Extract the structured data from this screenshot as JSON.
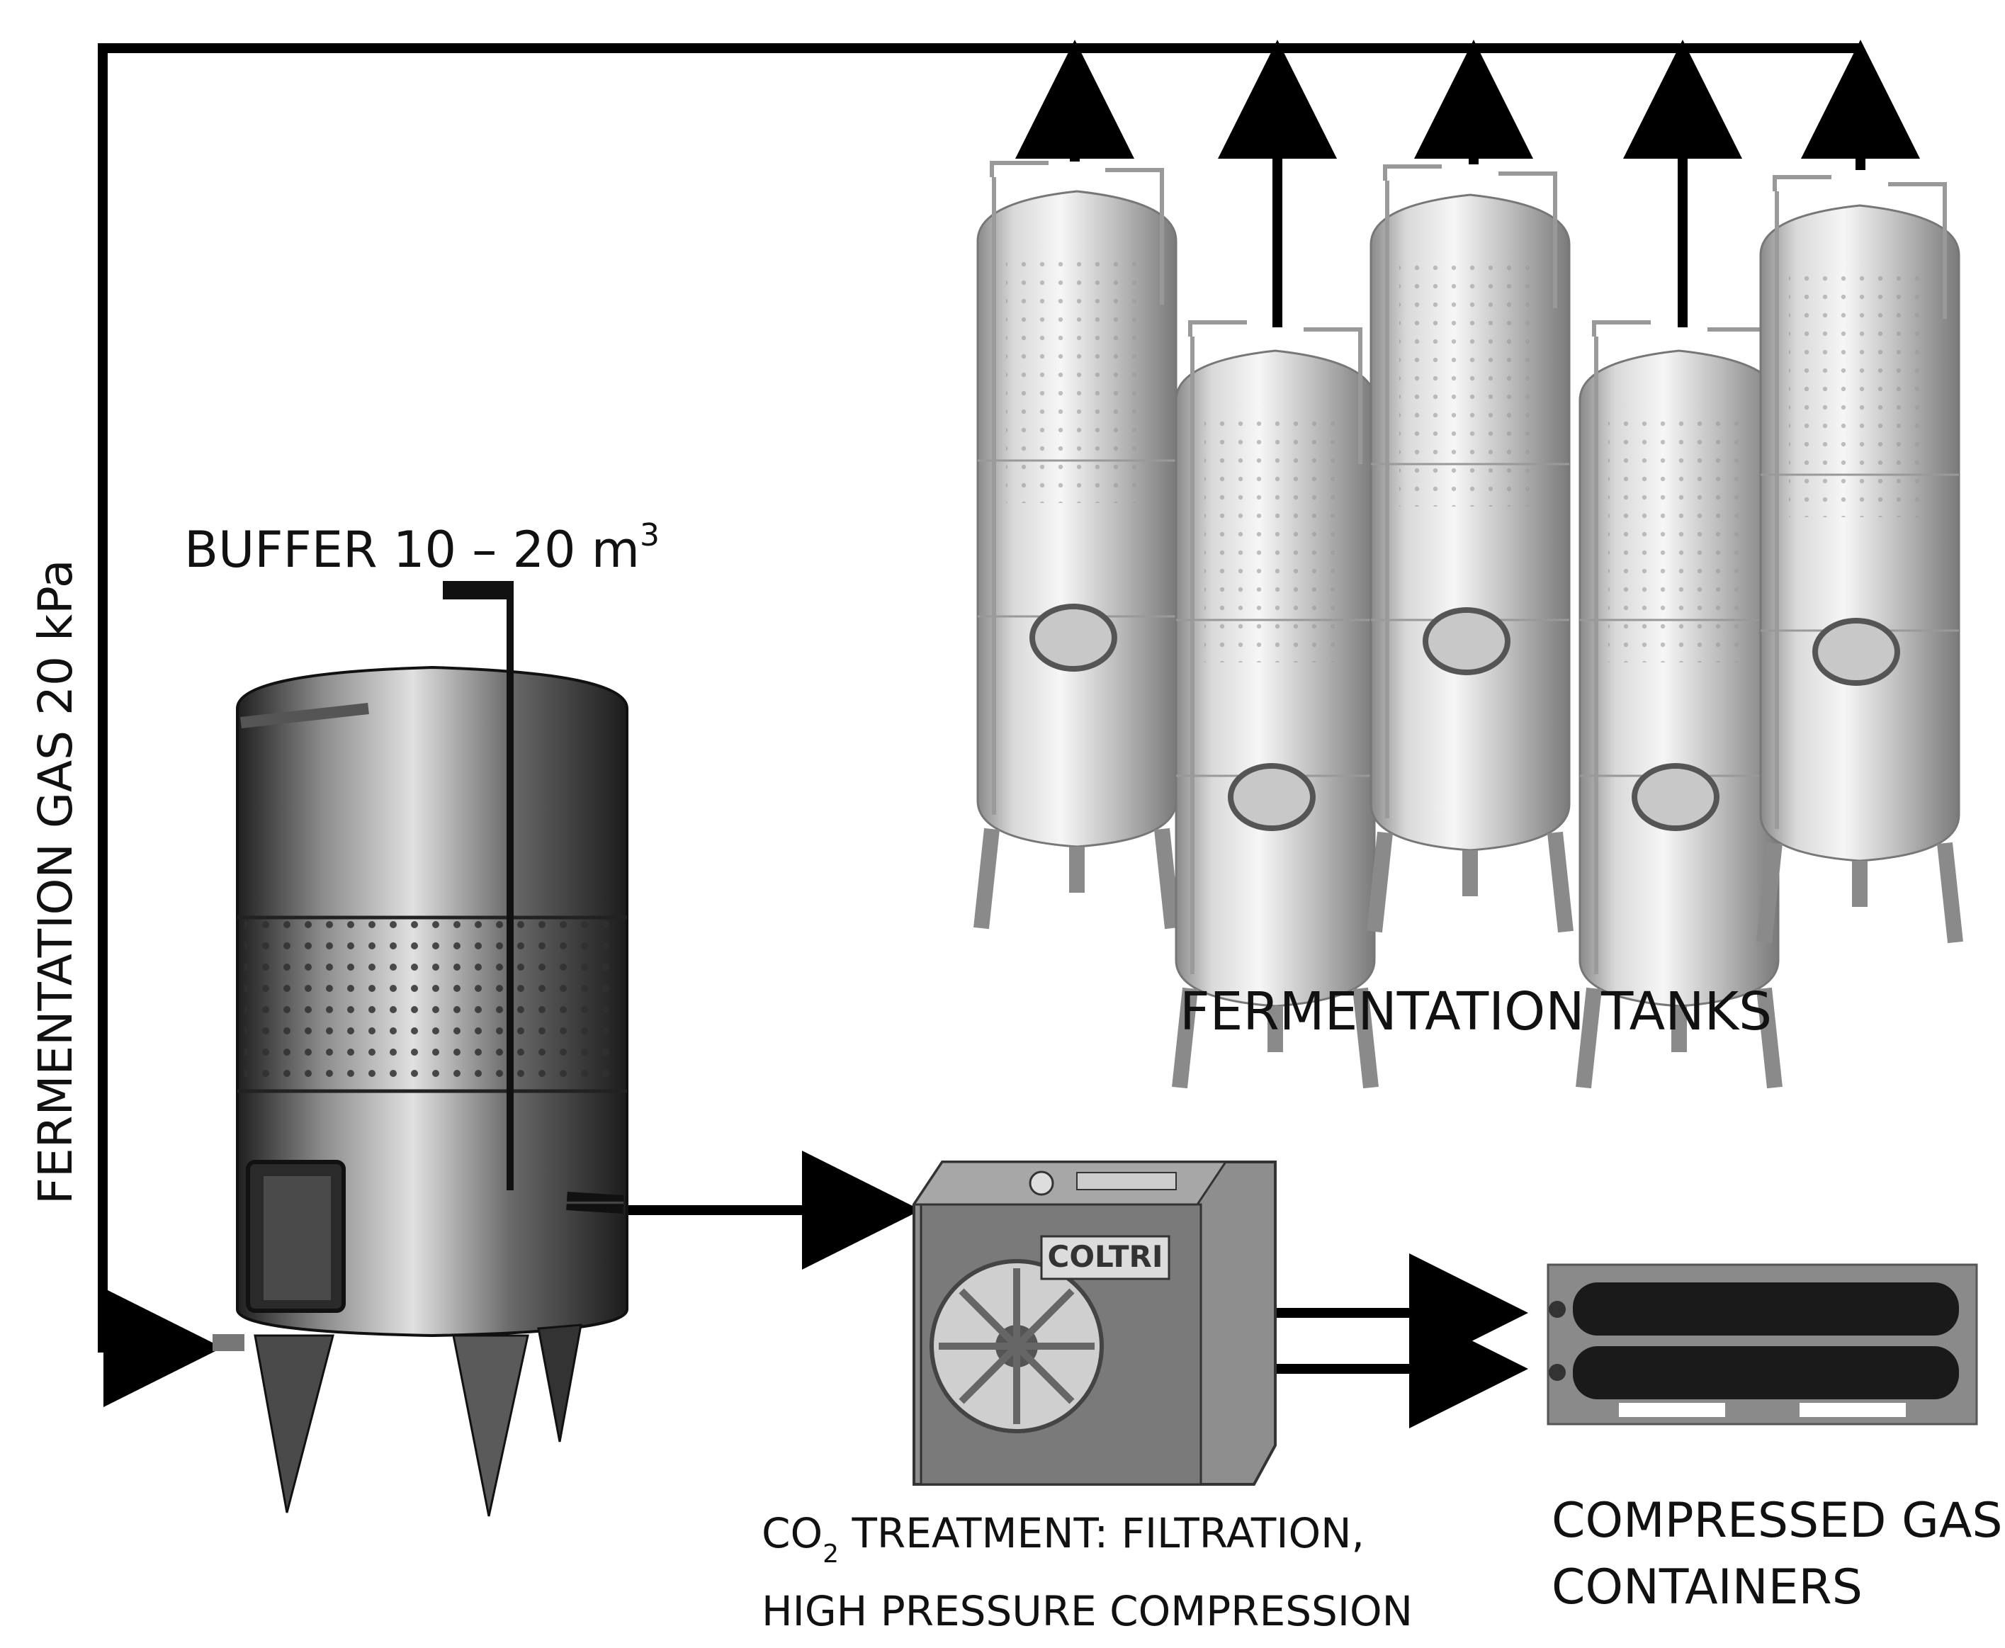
{
  "labels": {
    "buffer": "BUFFER 10 – 20 m",
    "buffer_sup": "3",
    "fermentation_gas": "FERMENTATION GAS 20 kPa",
    "fermentation_tanks": "FERMENTATION TANKS",
    "co2_prefix": "CO",
    "co2_sub": "2",
    "co2_line1_rest": " TREATMENT: FILTRATION,",
    "co2_line2": "HIGH PRESSURE COMPRESSION",
    "containers_line1": "COMPRESSED GAS",
    "containers_line2": "CONTAINERS",
    "compressor_brand": "COLTRI"
  },
  "colors": {
    "line": "#000000",
    "steel_light": "#e9e9e9",
    "steel_dark": "#7d7d7d",
    "buffer_dark": "#2b2b2b"
  }
}
